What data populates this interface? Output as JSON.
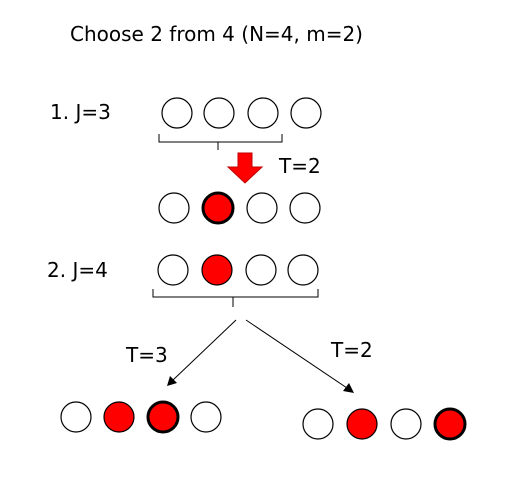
{
  "title": "Choose 2 from 4 (N=4, m=2)",
  "colors": {
    "selected_fill": "#ff0000",
    "unselected_fill": "#ffffff",
    "stroke": "#000000",
    "arrow_fill": "#ff0000"
  },
  "steps": [
    {
      "label": "1. J=3",
      "before": [
        false,
        false,
        false,
        false
      ],
      "transitions": [
        {
          "t_label": "T=2",
          "result": [
            false,
            true,
            false,
            false
          ],
          "bold": [
            false,
            true,
            false,
            false
          ]
        }
      ]
    },
    {
      "label": "2. J=4",
      "before": [
        false,
        true,
        false,
        false
      ],
      "transitions": [
        {
          "t_label": "T=3",
          "result": [
            false,
            true,
            true,
            false
          ],
          "bold": [
            false,
            false,
            true,
            false
          ]
        },
        {
          "t_label": "T=2",
          "result": [
            false,
            true,
            false,
            true
          ],
          "bold": [
            false,
            false,
            false,
            true
          ]
        }
      ]
    }
  ]
}
